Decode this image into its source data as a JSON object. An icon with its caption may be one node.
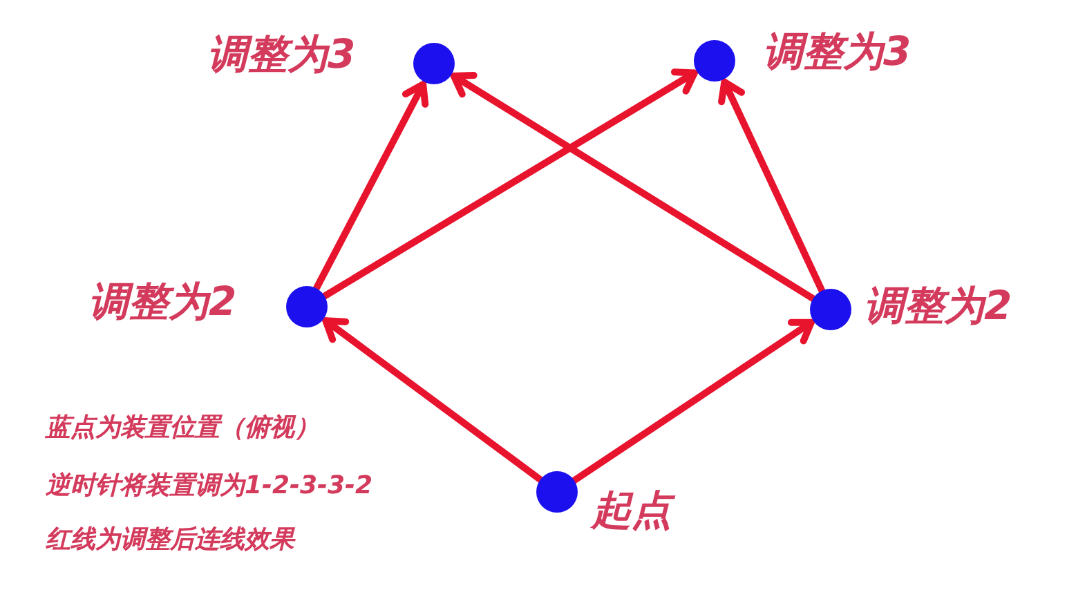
{
  "diagram": {
    "nodes": [
      {
        "text": [],
        "shape": "circle",
        "beside": [
          "调整为3"
        ]
      },
      {
        "text": [],
        "shape": "circle",
        "beside": [
          "调整为3"
        ]
      },
      {
        "text": [],
        "shape": "circle",
        "beside": [
          "调整为2"
        ]
      },
      {
        "text": [],
        "shape": "circle",
        "beside": [
          "调整为2"
        ]
      },
      {
        "text": [],
        "shape": "circle",
        "beside": [
          "起点"
        ]
      }
    ],
    "edges": [
      {
        "from": 4,
        "to": 2,
        "arrow": "to"
      },
      {
        "from": 4,
        "to": 3,
        "arrow": "to"
      },
      {
        "from": 2,
        "to": 0,
        "arrow": "to"
      },
      {
        "from": 2,
        "to": 1,
        "arrow": "to"
      },
      {
        "from": 3,
        "to": 1,
        "arrow": "to"
      },
      {
        "from": 3,
        "to": 0,
        "arrow": "to"
      }
    ],
    "labels": [
      "蓝点为装置位置（俯视）",
      "逆时针将装置调为1-2-3-3-2",
      "红线为调整后连线效果"
    ]
  }
}
